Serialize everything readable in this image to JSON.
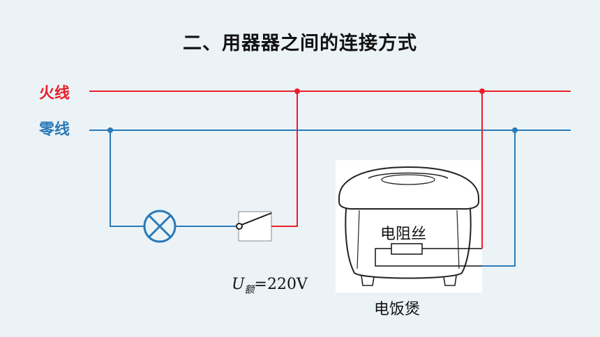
{
  "title": "二、用器器之间的连接方式",
  "wires": {
    "live": {
      "label": "火线",
      "color": "#e8202a"
    },
    "neutral": {
      "label": "零线",
      "color": "#2a7ab8"
    }
  },
  "rating": {
    "symbol": "U",
    "subscript": "额",
    "value": "=220V"
  },
  "heater": {
    "label": "电阻丝"
  },
  "cooker": {
    "label": "电饭煲"
  },
  "colors": {
    "background": "#ecf3f7",
    "component_stroke": "#2a7ab8"
  }
}
